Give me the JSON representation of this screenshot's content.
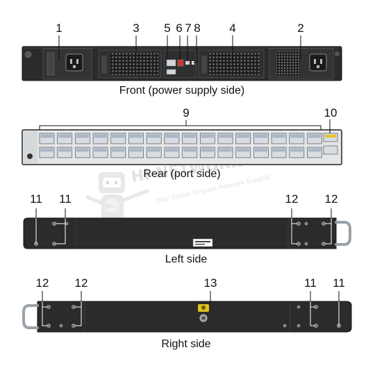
{
  "captions": {
    "front": "Front (power supply side)",
    "rear": "Rear (port side)",
    "left": "Left side",
    "right": "Right side"
  },
  "callouts": {
    "front": [
      "1",
      "3",
      "5",
      "6",
      "7",
      "8",
      "4",
      "2"
    ],
    "rear": [
      "9",
      "10"
    ],
    "left": [
      "11",
      "11",
      "12",
      "12"
    ],
    "right": [
      "12",
      "12",
      "13",
      "11",
      "11"
    ]
  },
  "watermark": {
    "brand": "HI-NETWORK",
    "tagline": "Your Global Original Network Supplier",
    "mascot_badge": "Hi~"
  },
  "colors": {
    "chassis": "#2b2b2b",
    "chassis_edge": "#111111",
    "fan_grille": "#5a5a5a",
    "port_cage": "#a9b7c4",
    "port_body": "#d7dde3",
    "rear_panel": "#e4e6e8",
    "ground_screw": "#e0c21a",
    "leader_line": "#111111"
  },
  "icons": [
    "power-socket-icon",
    "fan-grille-icon",
    "ground-screw-icon",
    "handle-icon",
    "warning-label-icon",
    "mascot-icon"
  ]
}
